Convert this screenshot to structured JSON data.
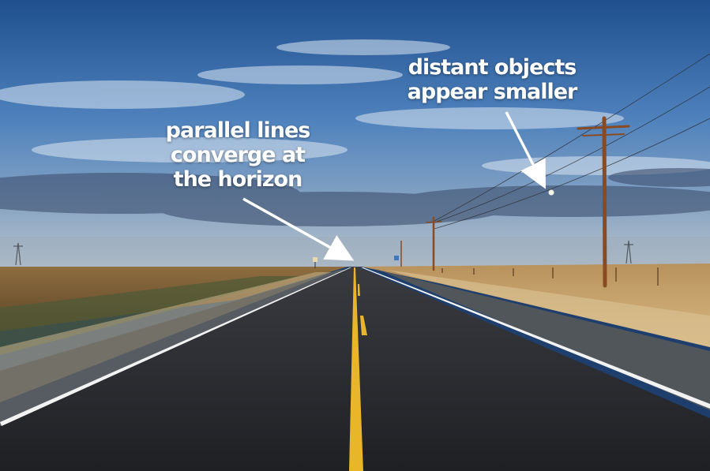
{
  "annotations": {
    "parallel_lines": {
      "lines": [
        "parallel lines",
        "converge at",
        "the horizon"
      ]
    },
    "distant_objects": {
      "lines": [
        "distant objects",
        "appear smaller"
      ]
    }
  },
  "colors": {
    "sky_top": "#1f4f8e",
    "sky_mid": "#4f82bd",
    "sky_horizon": "#b9c3cc",
    "field_left": "#a07a46",
    "field_right": "#c8a269",
    "asphalt": "#2a2b30",
    "center_line": "#e8b628",
    "edge_line": "#f2f2f2",
    "pole": "#8a4a22",
    "annotation_text": "#ffffff"
  }
}
